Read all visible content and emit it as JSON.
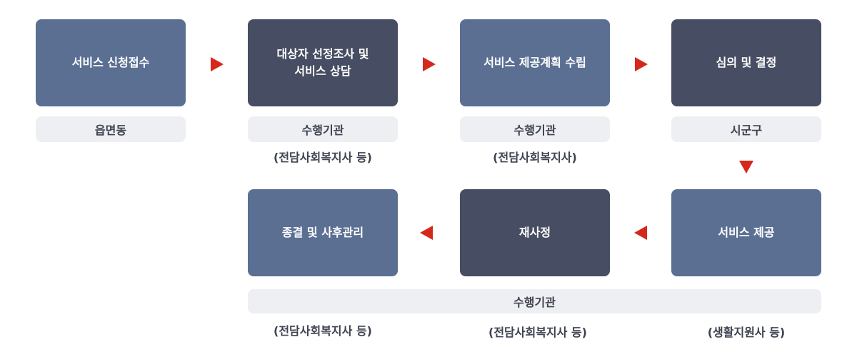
{
  "steps": [
    {
      "label": "서비스 신청접수",
      "style": "blue"
    },
    {
      "label": "대상자 선정조사 및\n서비스 상담",
      "style": "dark"
    },
    {
      "label": "서비스 제공계획 수립",
      "style": "blue"
    },
    {
      "label": "심의 및 결정",
      "style": "dark"
    },
    {
      "label": "서비스 제공",
      "style": "blue"
    },
    {
      "label": "재사정",
      "style": "dark"
    },
    {
      "label": "종결 및 사후관리",
      "style": "blue"
    }
  ],
  "agencies": {
    "step1": "읍면동",
    "step2": {
      "label": "수행기관",
      "sub": "(전담사회복지사 등)"
    },
    "step3": {
      "label": "수행기관",
      "sub": "(전담사회복지사)"
    },
    "step4": "시군구",
    "bottom": {
      "label": "수행기관",
      "subs": [
        "(전담사회복지사 등)",
        "(전담사회복지사 등)",
        "(생활지원사 등)"
      ]
    }
  },
  "colors": {
    "box_blue": "#5b6f92",
    "box_dark": "#474d62",
    "pill_bg": "#eeeff3",
    "arrow": "#d5271b"
  }
}
